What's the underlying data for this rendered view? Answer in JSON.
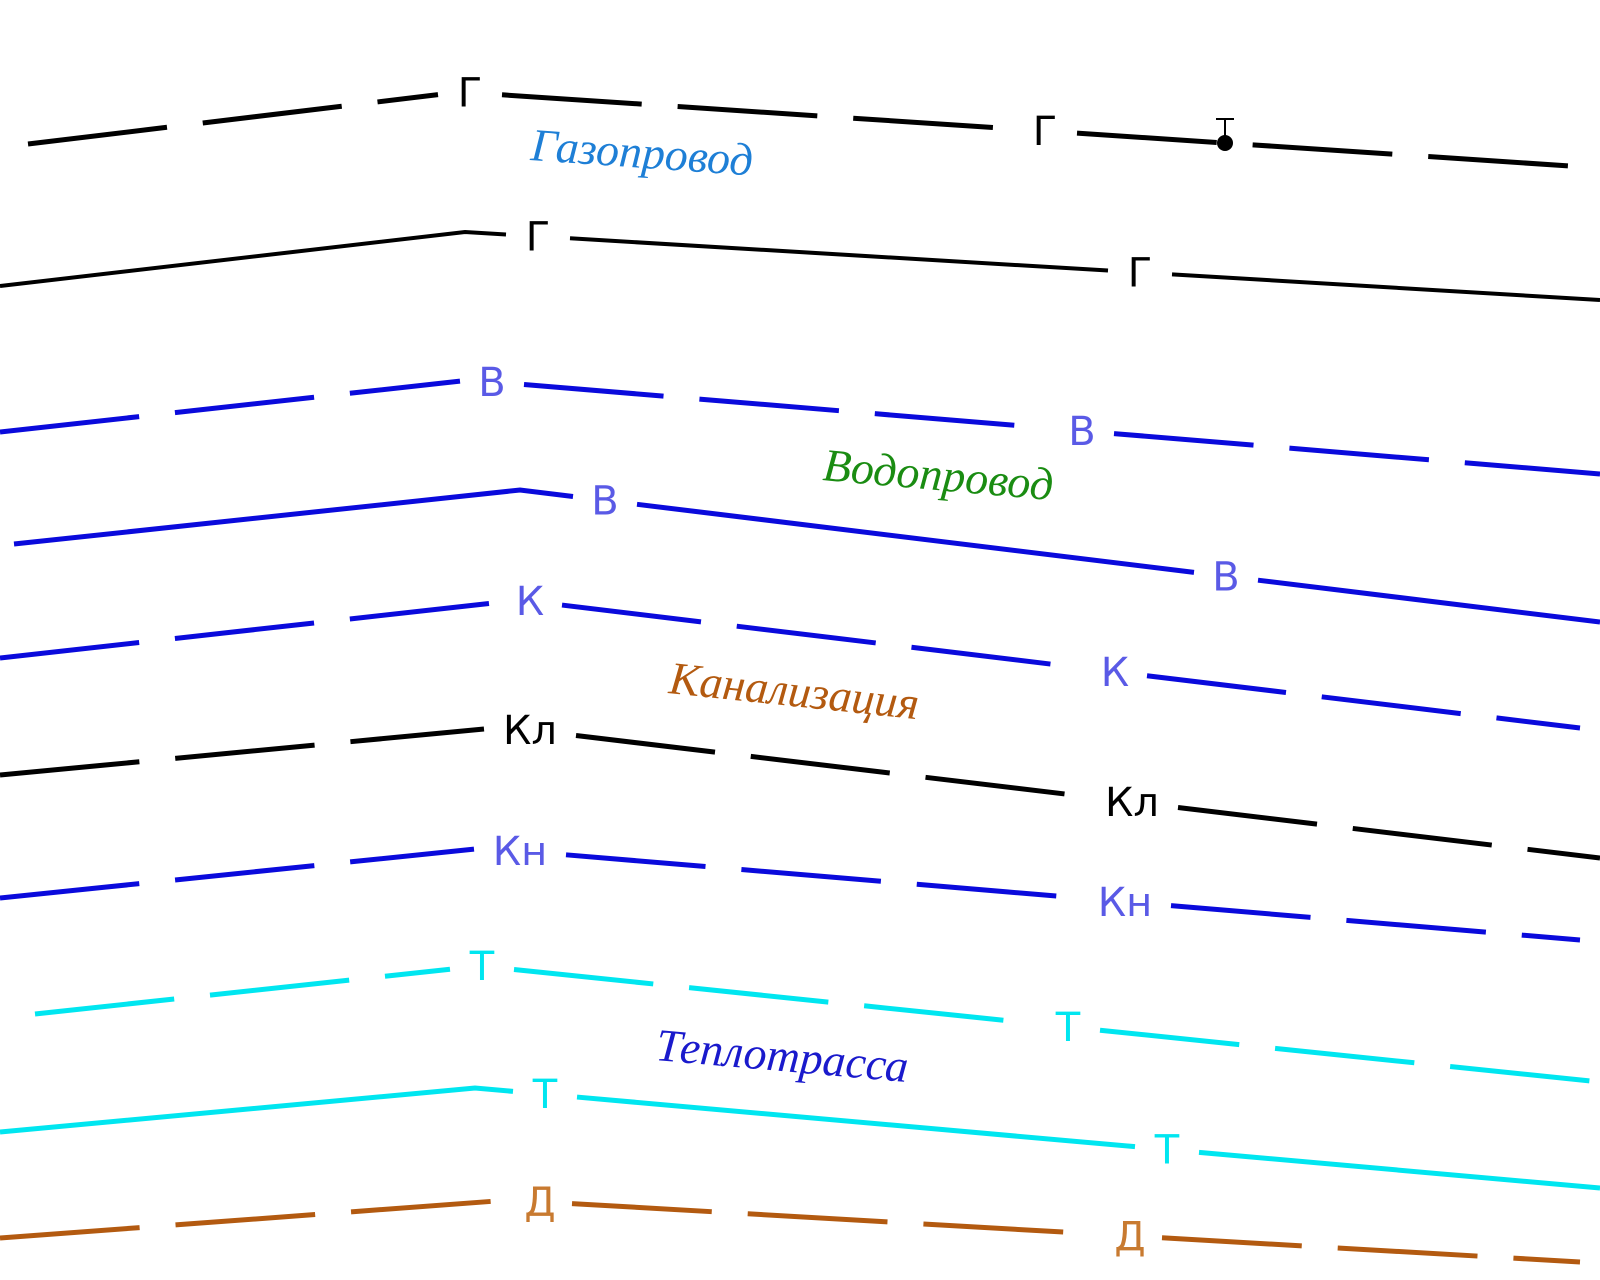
{
  "title_labels": [
    {
      "key": "gas",
      "text": "Газопровод",
      "color": "#1e7fd6"
    },
    {
      "key": "water",
      "text": "Водопровод",
      "color": "#1a8c12"
    },
    {
      "key": "sewer",
      "text": "Канализация",
      "color": "#b35a10"
    },
    {
      "key": "heat",
      "text": "Теплотрасса",
      "color": "#1a1acc"
    }
  ],
  "lines": [
    {
      "key": "gas-dashed",
      "style": "dashed",
      "color": "#000000",
      "marker": "Г",
      "marker_color": "#000000",
      "has_valve": true
    },
    {
      "key": "gas-solid",
      "style": "solid",
      "color": "#000000",
      "marker": "Г",
      "marker_color": "#000000"
    },
    {
      "key": "water-dashed",
      "style": "dashed",
      "color": "#0a0adc",
      "marker": "В",
      "marker_color": "#5a5ae6"
    },
    {
      "key": "water-solid",
      "style": "solid",
      "color": "#0a0adc",
      "marker": "В",
      "marker_color": "#5a5ae6"
    },
    {
      "key": "sewer-k",
      "style": "dashed",
      "color": "#0a0adc",
      "marker": "К",
      "marker_color": "#5a5ae6"
    },
    {
      "key": "sewer-kl",
      "style": "dashed",
      "color": "#000000",
      "marker": "Кл",
      "marker_color": "#000000"
    },
    {
      "key": "sewer-kn",
      "style": "dashed",
      "color": "#0a0adc",
      "marker": "Кн",
      "marker_color": "#5a5ae6"
    },
    {
      "key": "heat-dashed",
      "style": "dashed",
      "color": "#00e6f0",
      "marker": "Т",
      "marker_color": "#00e6f0"
    },
    {
      "key": "heat-solid",
      "style": "solid",
      "color": "#00e6f0",
      "marker": "Т",
      "marker_color": "#00e6f0"
    },
    {
      "key": "drain-dashed",
      "style": "dashed",
      "color": "#b35a10",
      "marker": "Д",
      "marker_color": "#c87a30"
    }
  ]
}
